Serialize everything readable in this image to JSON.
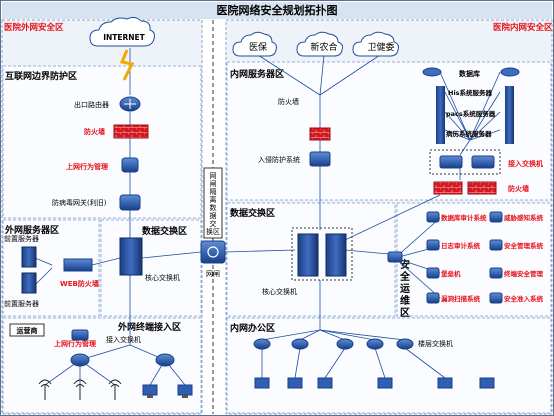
{
  "title": "医院网络安全规划拓扑图",
  "zones": {
    "ext": "医院外网安全区",
    "int": "医院内网安全区",
    "border": "互联网边界防护区",
    "ext_servers": "外网服务器区",
    "ext_switch": "数据交换区",
    "ext_access": "外网终端接入区",
    "int_servers": "内网服务器区",
    "int_switch": "数据交换区",
    "int_office": "内网办公区",
    "isolation": "网闸隔离数据交换区",
    "secops": "安全运维区"
  },
  "clouds": {
    "internet": "INTERNET",
    "c1": "医保",
    "c2": "新农合",
    "c3": "卫健委"
  },
  "labels": {
    "router": "出口路由器",
    "fw_ext": "防火墙",
    "behavior_ext": "上网行为管理",
    "av_gw": "防病毒网关(利旧)",
    "front1": "前置服务器",
    "front2": "前置服务器",
    "waf": "WEB防火墙",
    "core_ext": "核心交换机",
    "isp": "运营商",
    "behavior_ext2": "上网行为管理",
    "access_sw": "接入交换机",
    "gap": "网闸",
    "fw_int_top": "防火墙",
    "ips": "入侵防护系统",
    "db": "数据库",
    "his": "His系统服务器",
    "pacs": "pacs系统服务器",
    "emr": "病历系统服务器",
    "access_int": "接入交换机",
    "fw_int": "防火墙",
    "core_int": "核心交换机",
    "floor_sw": "楼层交换机",
    "db_audit": "数据库审计系统",
    "threat": "威胁感知系统",
    "log_audit": "日志审计系统",
    "sec_mgmt": "安全管理系统",
    "bastion": "堡垒机",
    "sec_mgr": "终端安全管理",
    "vuln": "漏洞扫描系统",
    "nac": "安全准入系统"
  },
  "colors": {
    "red": "#e8121b",
    "blue": "#1f4fa0",
    "zone_bg": "#eef3fa",
    "zone_border": "#8ea4c8"
  }
}
